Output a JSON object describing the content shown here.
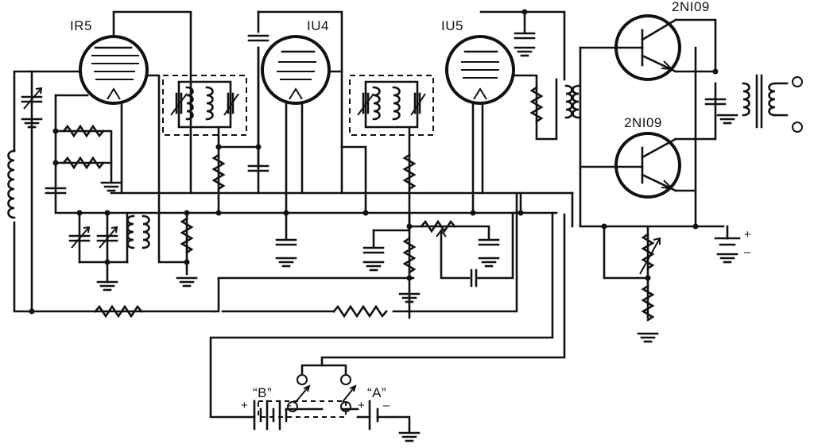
{
  "diagram": {
    "tubes": [
      {
        "id": "tube1",
        "label": "IR5"
      },
      {
        "id": "tube2",
        "label": "IU4"
      },
      {
        "id": "tube3",
        "label": "IU5"
      }
    ],
    "transistors": [
      {
        "id": "q1",
        "label": "2NI09"
      },
      {
        "id": "q2",
        "label": "2NI09"
      }
    ],
    "batteries": [
      {
        "id": "battery-b",
        "label": "“B”",
        "plus": "+",
        "minus": "-"
      },
      {
        "id": "battery-a",
        "label": "“A”",
        "plus": "+",
        "minus": "–"
      }
    ],
    "supply": {
      "plus": "+",
      "minus": "–"
    }
  }
}
